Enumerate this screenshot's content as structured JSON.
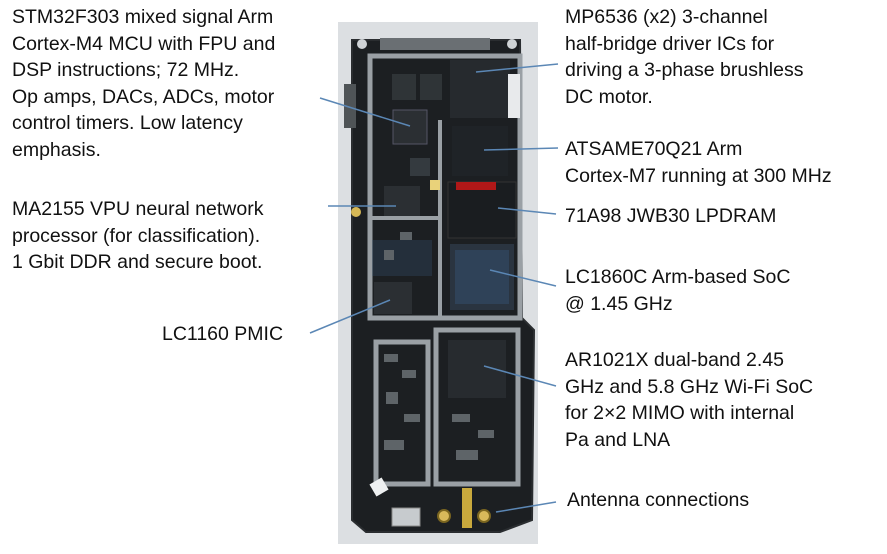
{
  "colors": {
    "background": "#ffffff",
    "text": "#111111",
    "leader_line": "#5b87b5",
    "board_dark": "#1c1f22",
    "board_shield": "#9aa0a5",
    "chip_blue": "#3a5f86"
  },
  "labels": {
    "stm32": [
      "STM32F303 mixed signal Arm",
      "Cortex-M4 MCU with FPU and",
      "DSP instructions; 72 MHz.",
      "Op amps, DACs, ADCs, motor",
      "control timers. Low latency",
      "emphasis."
    ],
    "ma2155": [
      "MA2155 VPU neural network",
      "processor (for classification).",
      "1 Gbit DDR and secure boot."
    ],
    "lc1160": [
      "LC1160 PMIC"
    ],
    "mp6536": [
      "MP6536 (x2) 3-channel",
      "half-bridge driver ICs for",
      "driving a 3-phase brushless",
      "DC motor."
    ],
    "atsame70": [
      "ATSAME70Q21 Arm",
      "Cortex-M7 running at 300 MHz"
    ],
    "lpdram": [
      "71A98 JWB30 LPDRAM"
    ],
    "lc1860": [
      "LC1860C Arm-based SoC",
      "@ 1.45 GHz"
    ],
    "ar1021": [
      "AR1021X dual-band 2.45",
      "GHz and 5.8 GHz Wi-Fi SoC",
      "for 2×2 MIMO with internal",
      "Pa and LNA"
    ],
    "antenna": [
      "Antenna connections"
    ]
  }
}
